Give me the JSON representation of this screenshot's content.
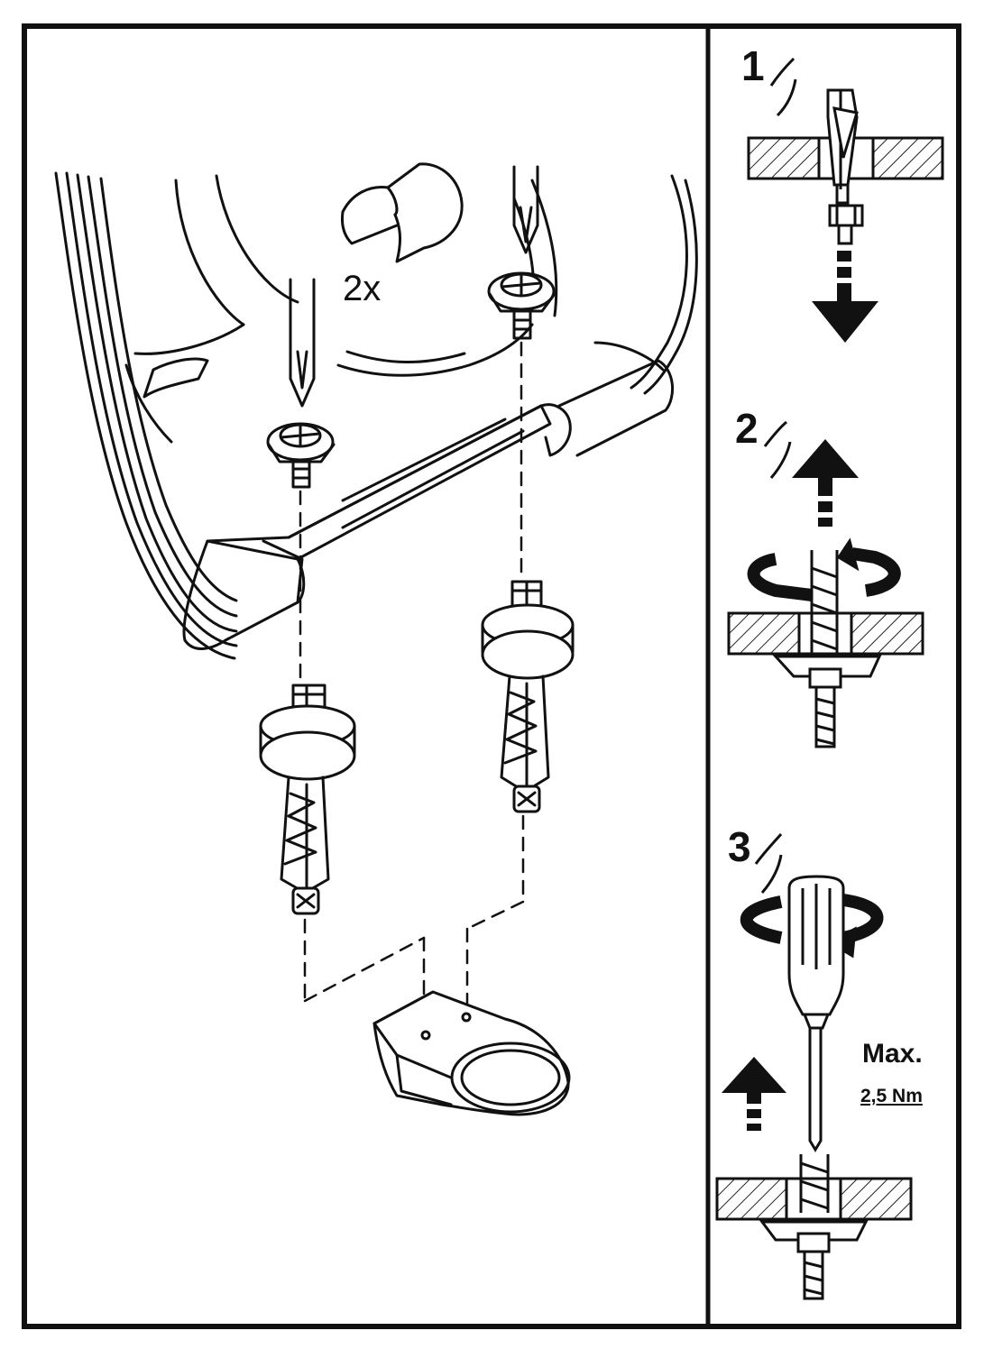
{
  "labels": {
    "quantity": "2x",
    "step1": "1",
    "step2": "2",
    "step3": "3",
    "max": "Max.",
    "torque": "2,5 Nm"
  },
  "colors": {
    "ink": "#111111",
    "paper": "#ffffff",
    "hatch": "#333333"
  }
}
